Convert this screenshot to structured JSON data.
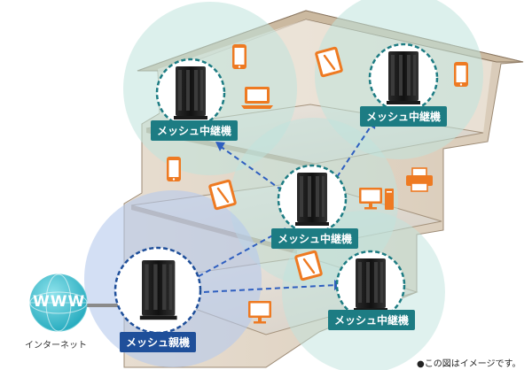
{
  "nodes": {
    "repeater_top_left": "メッシュ中継機",
    "repeater_top_right": "メッシュ中継機",
    "repeater_center": "メッシュ中継機",
    "repeater_bottom_right": "メッシュ中継機",
    "parent": "メッシュ親機"
  },
  "internet": {
    "globe_text": "WWW",
    "label": "インターネット"
  },
  "note": "●この図はイメージです。",
  "colors": {
    "coverage_teal": "#bfe3dd",
    "coverage_blue": "#b6c9ec",
    "device_orange": "#ee7a22",
    "repeater_label": "#1d7c83",
    "parent_label": "#1f4f9a",
    "link_dash": "#2f5fc0"
  },
  "icons": [
    "router-icon",
    "smartphone-icon",
    "tablet-icon",
    "laptop-icon",
    "desktop-pc-icon",
    "printer-icon",
    "monitor-icon",
    "globe-icon"
  ]
}
